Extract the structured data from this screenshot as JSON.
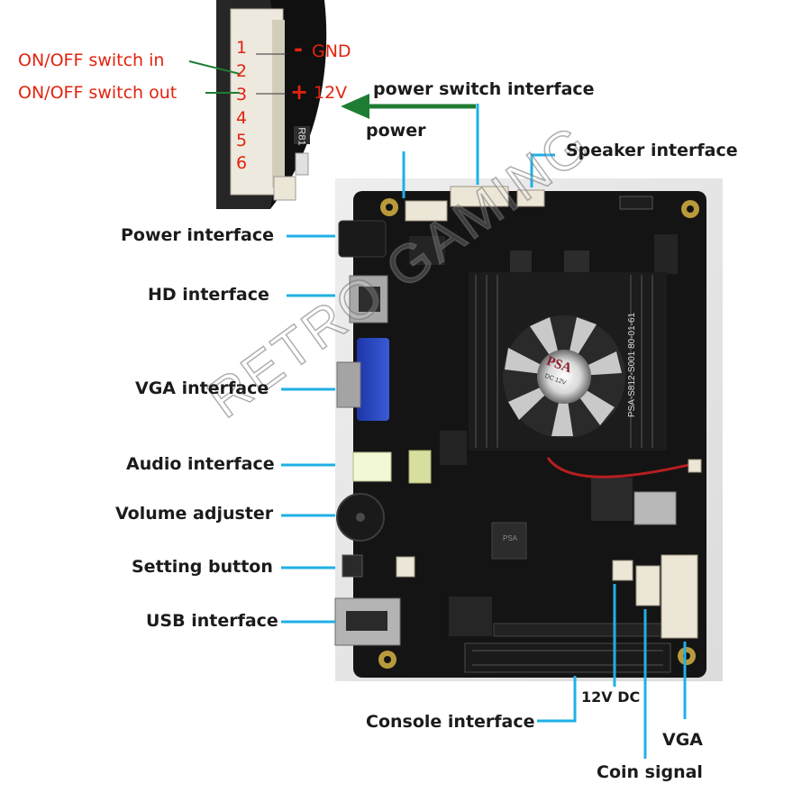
{
  "connector_inset": {
    "pins": [
      "1",
      "2",
      "3",
      "4",
      "5",
      "6"
    ],
    "gnd_symbol": "-",
    "gnd_label": "GND",
    "v12_symbol": "+",
    "v12_label": "12V",
    "switch_in_label": "ON/OFF switch in",
    "switch_out_label": "ON/OFF switch out",
    "pcb_marking": "R81"
  },
  "top_labels": {
    "power_switch": "power switch interface",
    "power": "power",
    "speaker": "Speaker interface"
  },
  "left_labels": {
    "power_interface": "Power interface",
    "hd_interface": "HD interface",
    "vga_interface": "VGA interface",
    "audio_interface": "Audio interface",
    "volume_adjuster": "Volume adjuster",
    "setting_button": "Setting button",
    "usb_interface": "USB interface"
  },
  "bottom_labels": {
    "console_interface": "Console interface",
    "dc_12v": "12V DC",
    "coin_signal": "Coin signal",
    "vga": "VGA"
  },
  "board": {
    "fan_brand": "PSA",
    "fan_rating": "DC 12V",
    "model_marking": "PSA-S812-S001 80-01-61",
    "watermark": "RETRO GAMING",
    "chip_marking": "PSA"
  },
  "colors": {
    "callout_blue": "#1fb0e6",
    "annotation_red": "#e3230f",
    "arrow_green": "#1e7d32",
    "pcb_black": "#141414"
  }
}
